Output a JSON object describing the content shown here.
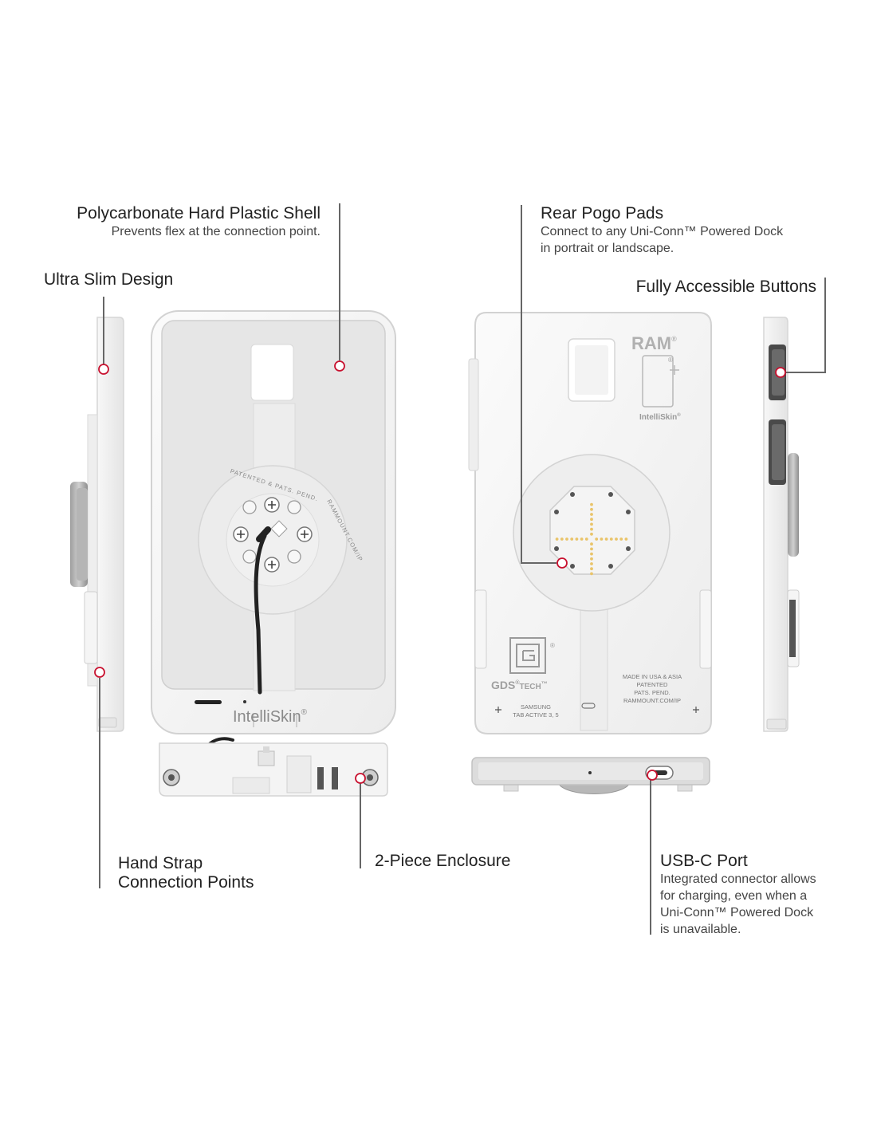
{
  "colors": {
    "leader_line": "#666666",
    "marker": "#c8102e",
    "shell": "#f2f2f2",
    "shell_edge": "#d4d4d4",
    "pogo_pads": "#e9c46a",
    "cable": "#222222"
  },
  "callouts": {
    "shell": {
      "title": "Polycarbonate Hard Plastic Shell",
      "desc": "Prevents flex at the connection point."
    },
    "slim": {
      "title": "Ultra Slim Design"
    },
    "pogo": {
      "title": "Rear Pogo Pads",
      "desc_line1": "Connect to any Uni-Conn™ Powered Dock",
      "desc_line2": "in portrait or landscape."
    },
    "buttons": {
      "title": "Fully Accessible Buttons"
    },
    "strap": {
      "title_line1": "Hand Strap",
      "title_line2": "Connection Points"
    },
    "enclosure": {
      "title": "2-Piece Enclosure"
    },
    "usbc": {
      "title": "USB-C Port",
      "desc_line1": "Integrated connector allows",
      "desc_line2": "for charging, even when a",
      "desc_line3": "Uni-Conn™ Powered Dock",
      "desc_line4": "is unavailable."
    }
  },
  "product_marks": {
    "front_brand": "IntelliSkin",
    "registered": "®",
    "ring_text_top": "PATENTED & PATS. PEND.",
    "ring_text_side": "RAMMOUNT.COM/IP",
    "rear_logo": "RAM",
    "rear_brand": "IntelliSkin",
    "gds_brand": "GDS",
    "gds_tech": "TECH",
    "trademark": "™",
    "model_line1": "SAMSUNG",
    "model_line2": "TAB ACTIVE 3, 5",
    "made_line1": "MADE IN USA & ASIA",
    "made_line2": "PATENTED",
    "made_line3": "PATS. PEND.",
    "made_line4": "RAMMOUNT.COM/IP"
  },
  "icons": [
    "marker-ring-icon",
    "screw-icon",
    "usb-c-port-icon",
    "gds-logo-icon"
  ]
}
